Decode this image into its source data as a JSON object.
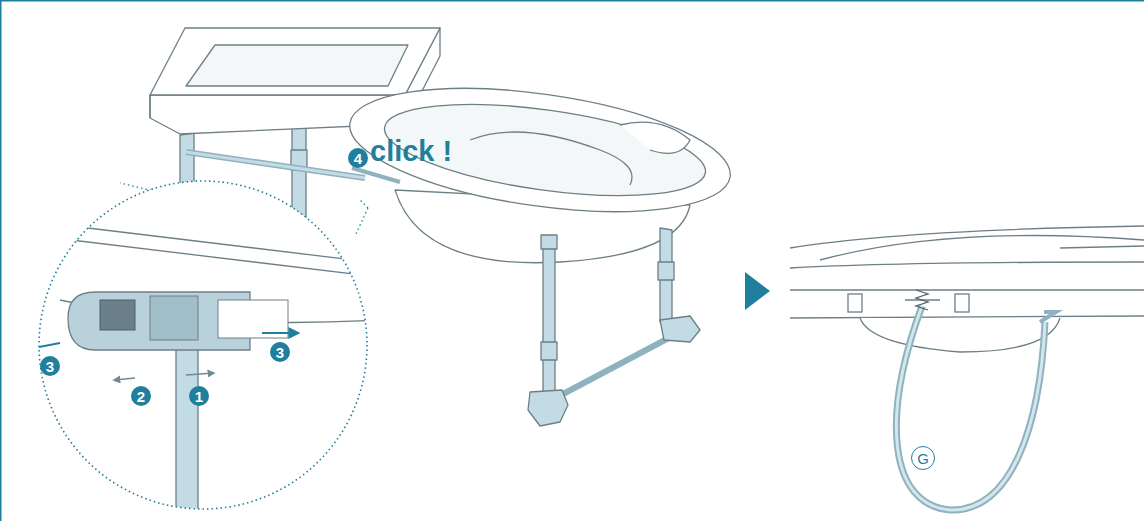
{
  "diagram": {
    "labels": [
      "4",
      "click !",
      "3",
      "3",
      "2",
      "1",
      "G"
    ]
  }
}
